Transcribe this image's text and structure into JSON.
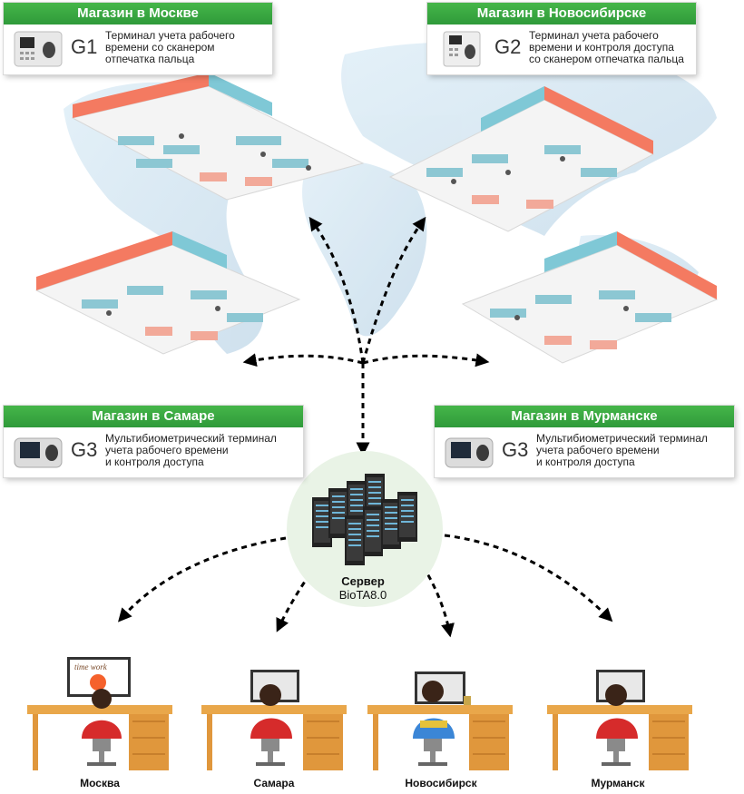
{
  "stores": [
    {
      "title": "Магазин в Москве",
      "model": "G1",
      "desc": [
        "Терминал учета рабочего",
        "времени со сканером",
        "отпечатка пальца"
      ]
    },
    {
      "title": "Магазин в Новосибирске",
      "model": "G2",
      "desc": [
        "Терминал учета рабочего",
        "времени и контроля доступа",
        "со сканером отпечатка пальца"
      ]
    },
    {
      "title": "Магазин в Самаре",
      "model": "G3",
      "desc": [
        "Мультибиометрический терминал",
        "учета рабочего времени",
        "и контроля доступа"
      ]
    },
    {
      "title": "Магазин в Мурманске",
      "model": "G3",
      "desc": [
        "Мультибиометрический терминал",
        "учета рабочего времени",
        "и контроля доступа"
      ]
    }
  ],
  "server": {
    "title": "Сервер",
    "name": "BioTA8.0"
  },
  "screen_text": "time work",
  "offices": [
    {
      "city": "Москва"
    },
    {
      "city": "Самара"
    },
    {
      "city": "Новосибирск"
    },
    {
      "city": "Мурманск"
    }
  ],
  "colors": {
    "accent": "#3aa845",
    "map": "#cfe3f0",
    "desk": "#e9a74a",
    "wall": "#f47a61",
    "shirt": "#d62b2b"
  }
}
